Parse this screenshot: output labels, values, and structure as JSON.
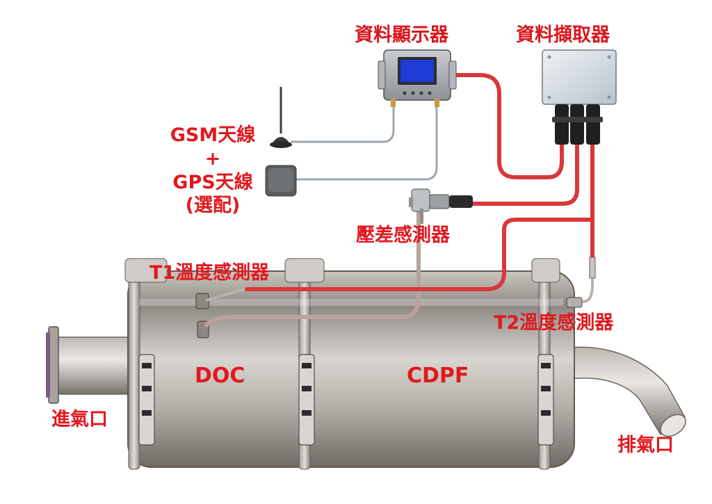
{
  "labels": {
    "display": "資料顯示器",
    "logger": "資料擷取器",
    "gsm": "GSM天線",
    "plus": "+",
    "gps": "GPS天線",
    "optional": "(選配)",
    "dp_sensor": "壓差感測器",
    "t1_sensor": "T1溫度感測器",
    "t2_sensor": "T2溫度感測器",
    "doc": "DOC",
    "cdpf": "CDPF",
    "inlet": "進氣口",
    "outlet": "排氣口"
  },
  "colors": {
    "label_red": "#e0191f",
    "cable_red": "#d8383a",
    "display_screen": "#1d3bd6",
    "steel": "#9a9691"
  },
  "icons": {
    "gsm_antenna": "antenna-icon",
    "gps_antenna": "gps-puck-icon",
    "display": "monitor-icon",
    "logger": "junction-box-icon"
  }
}
